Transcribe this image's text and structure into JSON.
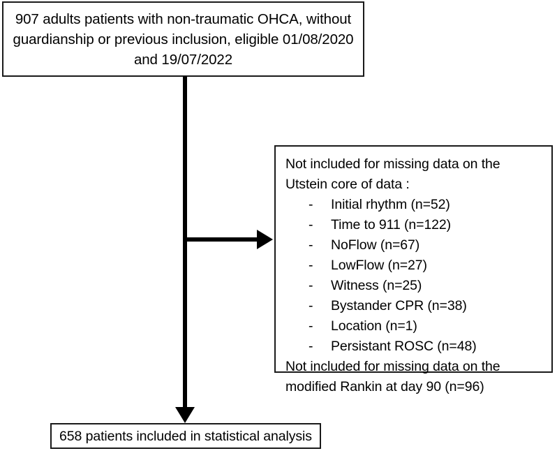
{
  "figure": {
    "type": "study-flow-diagram",
    "colors": {
      "stroke": "#1a1a1a",
      "arrow": "#000000",
      "background": "#ffffff",
      "text": "#000000"
    }
  },
  "enrolled_box": {
    "lines": [
      "907 adults patients with non-traumatic OHCA, without",
      "guardianship or previous inclusion, eligible 01/08/2020",
      "and 19/07/2022"
    ]
  },
  "excluded_box": {
    "heading_lines": [
      "Not included for missing data on the",
      "Utstein core of data :"
    ],
    "dash": "-",
    "items": [
      "Initial rhythm (n=52)",
      "Time to 911 (n=122)",
      "NoFlow (n=67)",
      "LowFlow (n=27)",
      "Witness (n=25)",
      "Bystander CPR (n=38)",
      "Location (n=1)",
      "Persistant ROSC (n=48)"
    ],
    "footer_lines": [
      "Not included for missing data on the",
      "modified Rankin at day 90 (n=96)"
    ]
  },
  "included_box": {
    "lines": [
      "658 patients included in statistical analysis"
    ]
  },
  "connectors": {
    "vertical_name": "vertical-flow-line",
    "horizontal_name": "horizontal-exclusion-line",
    "arrow_right_name": "arrowhead-right",
    "arrow_down_name": "arrowhead-down"
  }
}
